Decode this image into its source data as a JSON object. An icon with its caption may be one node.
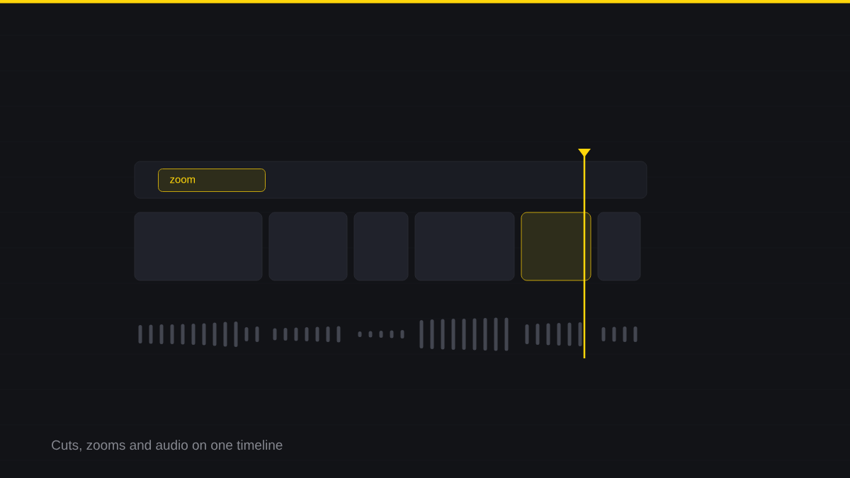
{
  "diagram": {
    "caption": "Cuts, zooms and audio on one timeline",
    "nodes": [
      {
        "text": [],
        "shape": "box"
      },
      {
        "text": [
          "zoom"
        ],
        "in": 0
      },
      {
        "text": [],
        "shape": "box"
      },
      {
        "text": [],
        "shape": "box"
      },
      {
        "text": [],
        "shape": "box"
      },
      {
        "text": [],
        "shape": "box"
      },
      {
        "text": [],
        "shape": "box"
      },
      {
        "text": [],
        "shape": "box"
      }
    ]
  }
}
